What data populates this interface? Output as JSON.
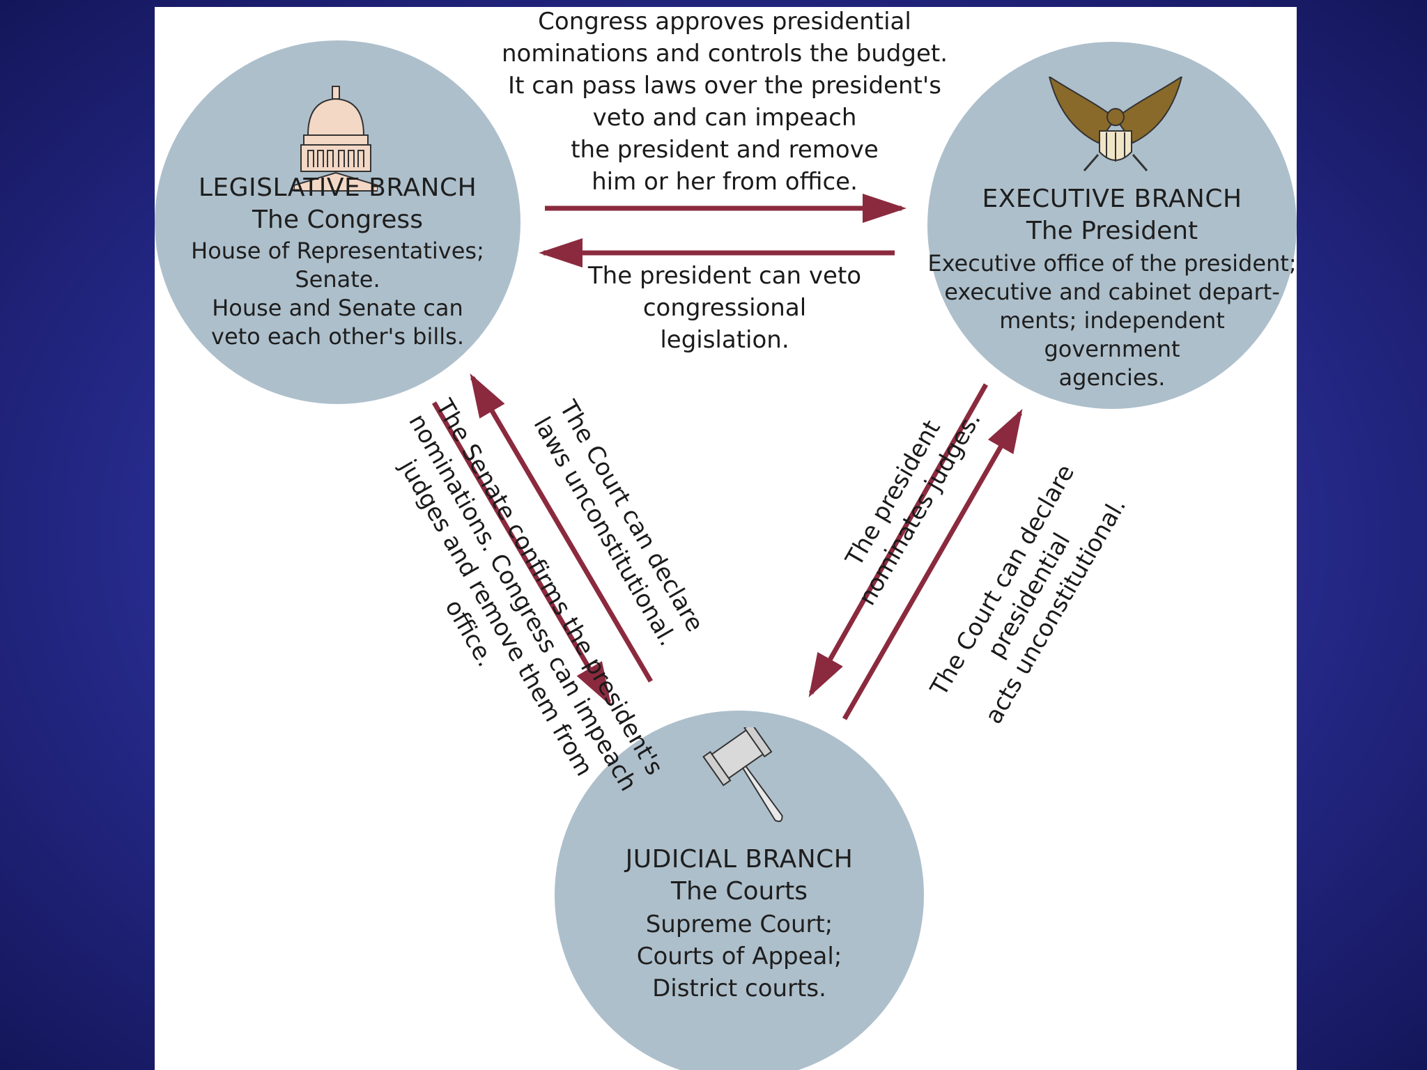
{
  "colors": {
    "background": "#2b2f97",
    "panel": "#ffffff",
    "circle": "#adbfcb",
    "arrow": "#8b2a3e",
    "text": "#1e1e1e"
  },
  "legislative": {
    "icon": "capitol-dome-icon",
    "title": "LEGISLATIVE BRANCH",
    "subtitle": "The Congress",
    "lines": [
      "House of Representatives;",
      "Senate.",
      "House and Senate can",
      "veto each other's bills."
    ]
  },
  "executive": {
    "icon": "eagle-seal-icon",
    "title": "EXECUTIVE BRANCH",
    "subtitle": "The President",
    "lines": [
      "Executive office of the president;",
      "executive and cabinet depart-",
      "ments; independent",
      "government",
      "agencies."
    ]
  },
  "judicial": {
    "icon": "gavel-icon",
    "title": "JUDICIAL BRANCH",
    "subtitle": "The  Courts",
    "lines": [
      "Supreme Court;",
      "Courts of Appeal;",
      "District courts."
    ]
  },
  "relations": {
    "congress_over_president": "Congress approves presidential\nnominations and controls the budget.\nIt can pass laws over the president's\nveto and can impeach\nthe president and remove\nhim or her from office.",
    "president_over_congress": "The president can veto\ncongressional\nlegislation.",
    "court_over_congress": "The Court can declare\nlaws unconstitutional.",
    "senate_over_court": "The Senate confirms the president's\nnominations. Congress can impeach\njudges and remove them from office.",
    "president_over_court": "The president\nnominates judges.",
    "court_over_president": "The Court can declare\npresidential\nacts unconstitutional."
  }
}
